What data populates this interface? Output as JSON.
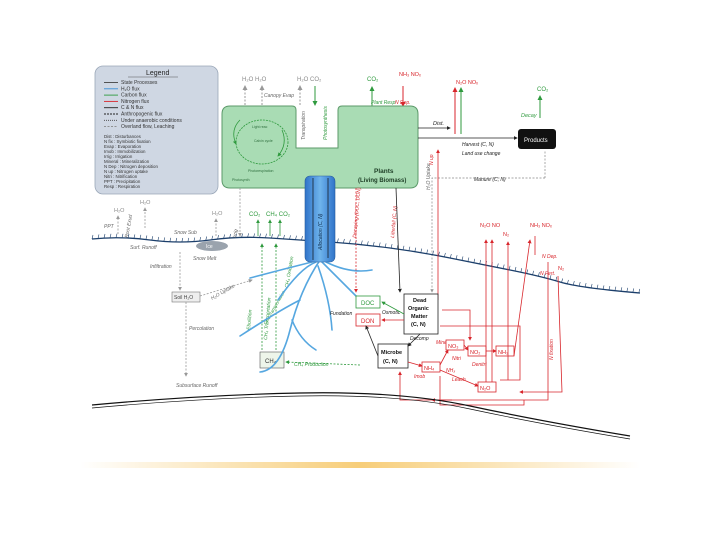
{
  "legend": {
    "title": "Legend",
    "items": [
      "State Processes",
      "H₂O flux",
      "Carbon flux",
      "Nitrogen flux",
      "C & N flux",
      "Anthropogenic flux",
      "Under anaerobic conditions",
      "Overland flow, Leaching"
    ],
    "abbrev": [
      "Dist : Disturbances",
      "N fix : Symbiotic fixation",
      "Evap : Evaporation",
      "Imob : Immobilization",
      "Irrig : Irrigation",
      "Mineral : Mineralization",
      "N Dep : Nitrogen deposition",
      "N up : Nitrogen uptake",
      "Nitri : Nitrification",
      "PPT : Precipitation",
      "Resp : Respiration"
    ]
  },
  "plants": {
    "title": "Plants",
    "subtitle": "(Living Biomass)"
  },
  "photo_cycle": [
    "Light reac",
    "Calvin cycle",
    "Photorespiration",
    "Photosynth"
  ],
  "top_labels": {
    "h2o_h2o": "H₂O  H₂O",
    "h2o_co2": "H₂O CO₂",
    "co2": "CO₂",
    "nh3_nox": "NH₃ NOₓ",
    "n2o_nox": "N₂O NOₓ",
    "co2_right": "CO₂",
    "canopy_evap": "Canopy Evap",
    "transpiration": "Transpiration",
    "photosynthesis": "Photosynthesis",
    "plant_resp": "Plant Resp",
    "n_dep": "N Dep.",
    "dist": "Dist.",
    "decay": "Decay",
    "products": "Products",
    "harvest": "Harvest (C, N)",
    "land_use": "Land use change",
    "manure": "Manure (C, N)"
  },
  "soil_labels": {
    "h2o_a": "H₂O",
    "h2o_b": "H₂O",
    "h2o_c": "H₂O",
    "ppt": "PPT",
    "root_exud": "Root Exud",
    "irrig": "Irrig",
    "snow_sub": "Snow Sub",
    "surf_runoff": "Surf. Runoff",
    "ice": "Ice",
    "snow_melt": "Snow Melt",
    "infiltration": "Infiltration",
    "soil_h2o": "Soil H₂O",
    "h2o_uptake": "H₂O Uptake",
    "percolation": "Percolation",
    "subsurface_runoff": "Subsurface Runoff",
    "co2_lower": "CO₂",
    "ch4_co2": "CH₄ CO₂",
    "allocation": "Allocation (C, N)",
    "litterfall": "Litterfall (C, N)",
    "decaying": "Decaying (DOC, DON)",
    "ch4_oxidation": "CH₄ Oxidation",
    "ch4_transport": "CH₄ Transportation",
    "ebullition": "Ebullition",
    "ch4": "CH₄",
    "ch4_production": "CH₄ Production",
    "doc": "DOC",
    "don": "DON",
    "fundation": "Fundation",
    "osmotic": "Osmotic",
    "dead_om": [
      "Dead",
      "Organic",
      "Matter",
      "(C, N)"
    ],
    "decomp": "Decomp",
    "microbe": "Microbe",
    "microbe_cn": "(C, N)",
    "mineral": "Mineral",
    "imob": "Imob",
    "nh4": "NH₄",
    "no3": "NO₃",
    "no2": "NO₂",
    "nh3": "NH₃",
    "n2o": "N₂O",
    "nitri": "Nitri",
    "denitri": "Denitri",
    "leach": "Leach",
    "nh3_small": "NH₃",
    "n2o_no": "N₂O NO",
    "n2": "N₂",
    "nh3_nox_low": "NH₃ NOₓ",
    "n_dep_low": "N Dep.",
    "n_fert": "N Fert.",
    "n2_right": "N₂",
    "n_fixation": "N fixation",
    "n_up": "N up"
  },
  "colors": {
    "green": "#2f9a3e",
    "red": "#d8262c",
    "blue": "#3b8fd6",
    "plants_fill": "#a9dcb4",
    "legend_fill": "#cfd7e3",
    "highlight": "#f6c86a"
  }
}
